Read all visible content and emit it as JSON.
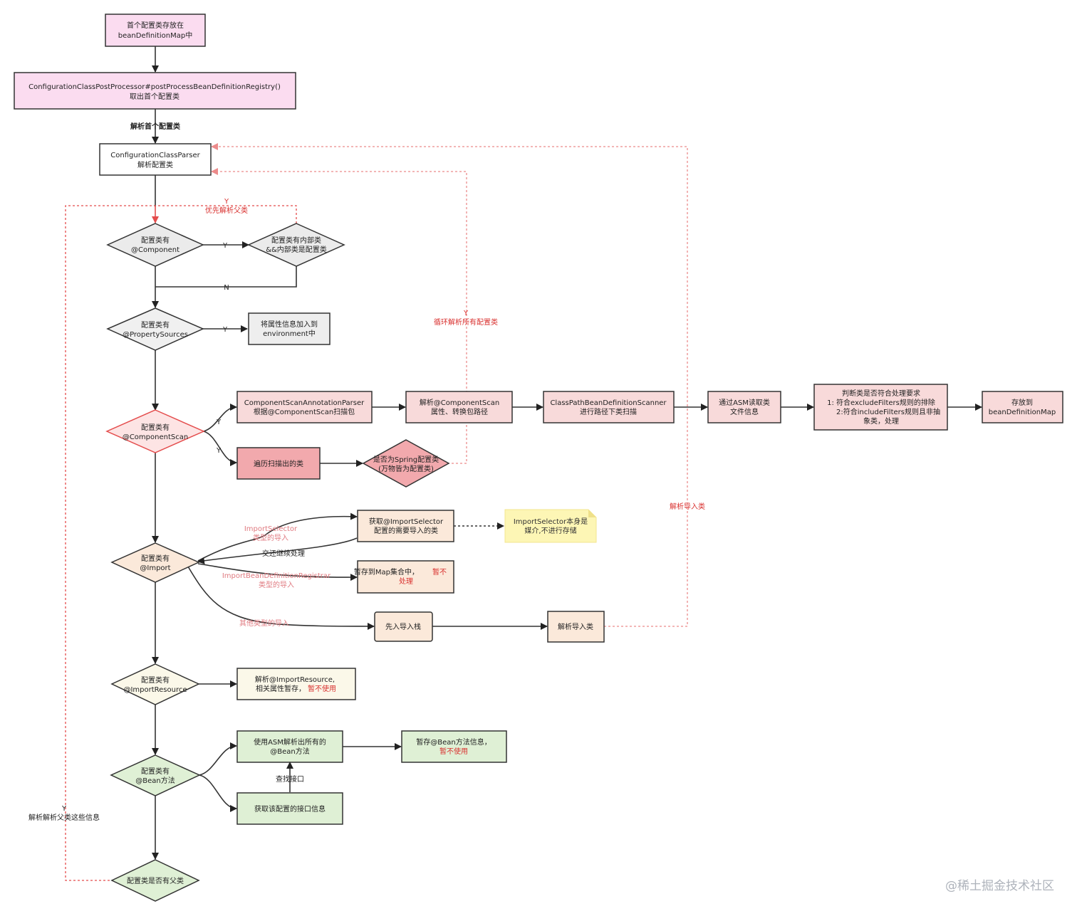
{
  "nodes": {
    "first_config": {
      "line1": "首个配置类存放在",
      "line2": "beanDefinitionMap中"
    },
    "post_processor": {
      "line1": "ConfigurationClassPostProcessor#postProcessBeanDefinitionRegistry()",
      "line2": "取出首个配置类"
    },
    "parser": {
      "line1": "ConfigurationClassParser",
      "line2": "解析配置类"
    },
    "has_component": {
      "line1": "配置类有",
      "line2": "@Component"
    },
    "has_inner": {
      "line1": "配置类有内部类",
      "line2": "&&内部类是配置类"
    },
    "has_property_sources": {
      "line1": "配置类有",
      "line2": "@PropertySources"
    },
    "add_env": {
      "line1": "将属性信息加入到",
      "line2": "environment中"
    },
    "has_component_scan": {
      "line1": "配置类有",
      "line2": "@ComponentScan"
    },
    "cs_parser": {
      "line1": "ComponentScanAnnotationParser",
      "line2": "根据@ComponentScan扫描包"
    },
    "parse_cs": {
      "line1": "解析@ComponentScan",
      "line2": "属性、转换包路径"
    },
    "cp_scanner": {
      "line1": "ClassPathBeanDefinitionScanner",
      "line2": "进行路径下类扫描"
    },
    "asm_read": {
      "line1": "通过ASM读取类",
      "line2": "文件信息"
    },
    "filter_check": {
      "line1": "判断类是否符合处理要求",
      "line2": "1: 符合excludeFilters规则的排除",
      "line3": "2:符合includeFilters规则且非抽",
      "line4": "象类，处理"
    },
    "store_map": {
      "line1": "存放到",
      "line2": "beanDefinitionMap"
    },
    "iterate_scanned": {
      "line1": "遍历扫描出的类"
    },
    "is_spring_config": {
      "line1": "是否为Spring配置类",
      "line2": "(万物皆为配置类)"
    },
    "has_import": {
      "line1": "配置类有",
      "line2": "@Import"
    },
    "get_selector": {
      "line1": "获取@ImportSelector",
      "line2": "配置的需要导入的类"
    },
    "selector_note": {
      "line1": "ImportSelector本身是",
      "line2": "媒介,不进行存储"
    },
    "store_map_temp": {
      "line1": "暂存到Map集合中，",
      "line1_red": "暂不",
      "line2_red": "处理"
    },
    "push_stack": {
      "line1": "先入导入栈"
    },
    "parse_import": {
      "line1": "解析导入类"
    },
    "has_import_resource": {
      "line1": "配置类有",
      "line2": "@ImportResource"
    },
    "parse_import_resource": {
      "line1": "解析@ImportResource,",
      "line2": "相关属性暂存，",
      "line2_red": "暂不使用"
    },
    "has_bean_method": {
      "line1": "配置类有",
      "line2": "@Bean方法"
    },
    "asm_bean": {
      "line1": "使用ASM解析出所有的",
      "line2": "@Bean方法"
    },
    "store_bean": {
      "line1": "暂存@Bean方法信息，",
      "line2_red": "暂不使用"
    },
    "get_interface": {
      "line1": "获取该配置的接口信息"
    },
    "has_parent": {
      "line1": "配置类是否有父类"
    }
  },
  "labels": {
    "parse_first": "解析首个配置类",
    "y_parent_first_y": "Y",
    "y_parent_first": "优先解析父类",
    "y": "Y",
    "n": "N",
    "loop_y": "Y",
    "loop_parse": "循环解析所有配置类",
    "parse_import_class": "解析导入类",
    "selector_import_1": "ImportSelector",
    "selector_import_2": "类型的导入",
    "hand_over": "交还继续处理",
    "registrar_import_1": "ImportBeanDefinitionRegistrar",
    "registrar_import_2": "类型的导入",
    "other_import": "其他类型的导入",
    "find_interface": "查找接口",
    "parent_y": "Y",
    "parent_parse": "解析解析父类这些信息"
  },
  "watermark": "@稀土掘金技术社区",
  "colors": {
    "pink_box": "#fbdcf0",
    "gray_box": "#eeeeee",
    "red_box": "#f8dada",
    "red_box_dark": "#f2a9ad",
    "red_diamond": "#fde4e4",
    "peach": "#fbe9da",
    "note_yellow": "#fdf6b5",
    "cream": "#fbf8e9",
    "green": "#dff0d5",
    "red_line": "#e44c4c"
  }
}
